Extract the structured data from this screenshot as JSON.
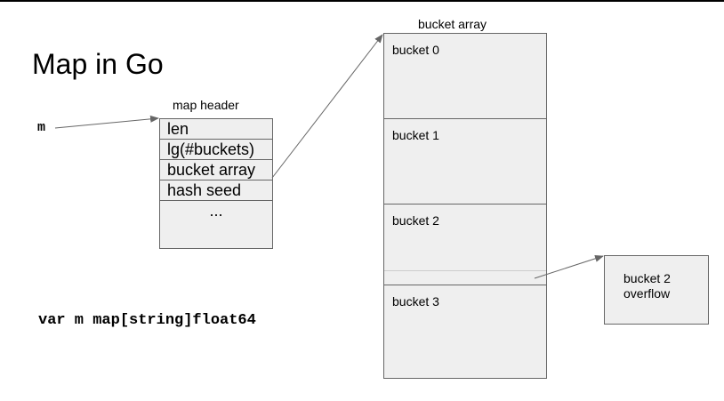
{
  "title": "Map in Go",
  "variable": "m",
  "declaration": "var m map[string]float64",
  "map_header": {
    "label": "map header",
    "fields": [
      "len",
      "lg(#buckets)",
      "bucket array",
      "hash seed",
      "..."
    ]
  },
  "bucket_array": {
    "label": "bucket array",
    "buckets": [
      "bucket 0",
      "bucket 1",
      "bucket 2",
      "bucket 3"
    ]
  },
  "overflow": {
    "line1": "bucket 2",
    "line2": "overflow"
  },
  "colors": {
    "box_fill": "#efefef",
    "box_border": "#666666",
    "arrow": "#666666"
  }
}
